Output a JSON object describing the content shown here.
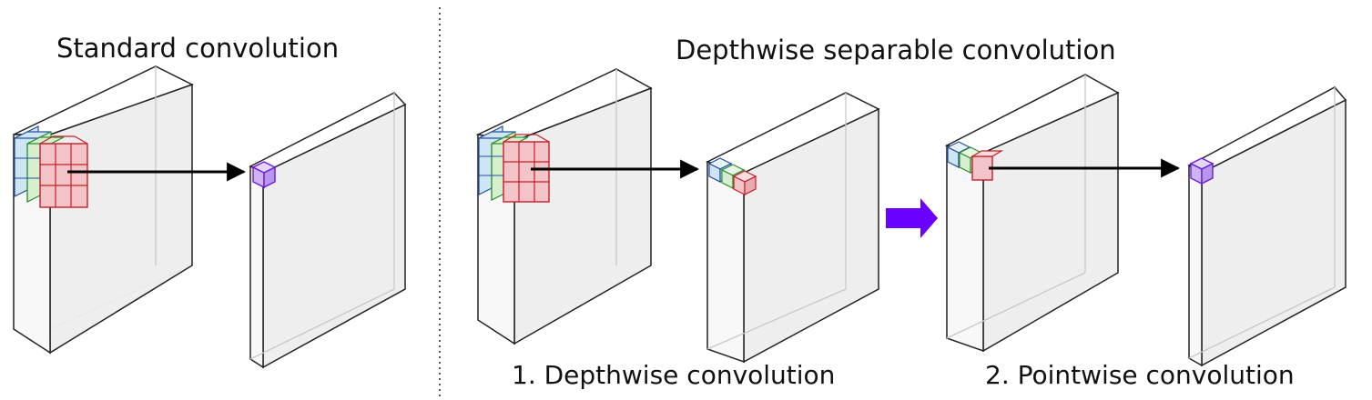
{
  "titles": {
    "standard": "Standard convolution",
    "depthwise_separable": "Depthwise separable convolution"
  },
  "captions": {
    "depthwise": "1. Depthwise convolution",
    "pointwise": "2. Pointwise convolution"
  },
  "colors": {
    "block_front": "#f8f8f8",
    "block_side": "#ececec",
    "block_top": "#ffffff",
    "outline": "#222222",
    "hidden_edge": "#c8c8c8",
    "channel_blue_fill": "#cce6f5",
    "channel_blue_stroke": "#2a4f9e",
    "channel_green_fill": "#d6f0cf",
    "channel_green_stroke": "#2f8f2f",
    "channel_red_fill": "#f2c4c8",
    "channel_red_stroke": "#c61f2a",
    "output_cube_fill": "#cdb4f2",
    "output_cube_stroke": "#6a1bd6",
    "step_arrow": "#6a00ff",
    "arrow": "#000000",
    "divider": "#555555"
  }
}
